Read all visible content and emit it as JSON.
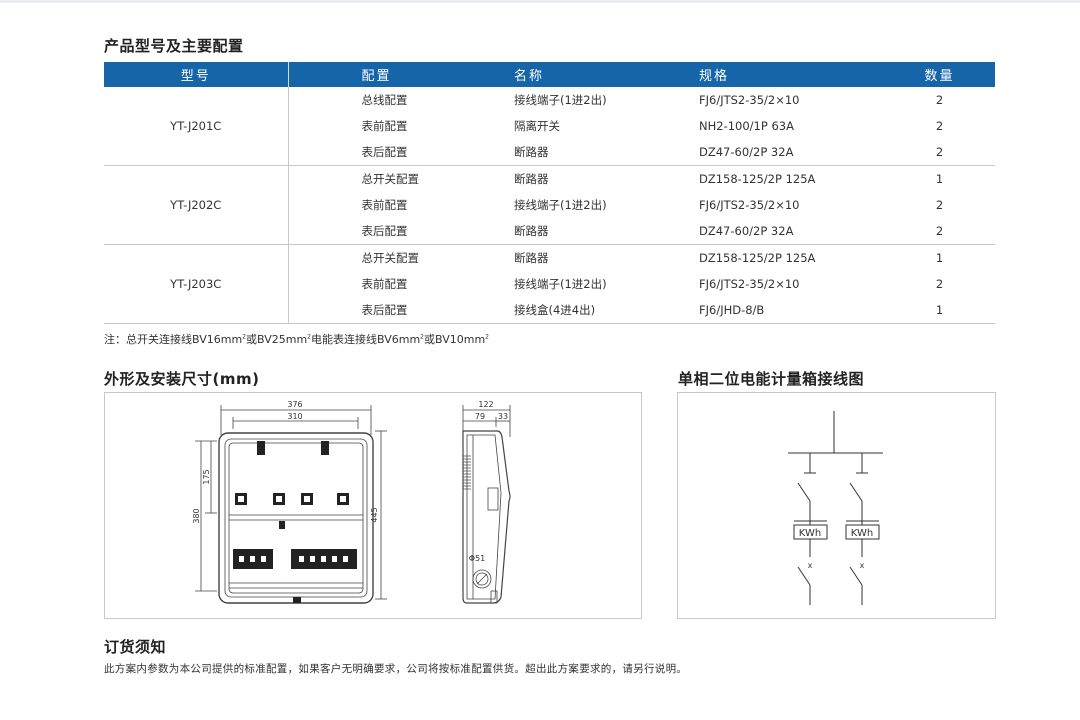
{
  "section1_title": "产品型号及主要配置",
  "table": {
    "headers": [
      "型号",
      "配置",
      "名称",
      "规格",
      "数量"
    ],
    "groups": [
      {
        "model": "YT-J201C",
        "rows": [
          [
            "总线配置",
            "接线端子(1进2出)",
            "FJ6/JTS2-35/2×10",
            "2"
          ],
          [
            "表前配置",
            "隔离开关",
            "NH2-100/1P 63A",
            "2"
          ],
          [
            "表后配置",
            "断路器",
            "DZ47-60/2P 32A",
            "2"
          ]
        ]
      },
      {
        "model": "YT-J202C",
        "rows": [
          [
            "总开关配置",
            "断路器",
            "DZ158-125/2P 125A",
            "1"
          ],
          [
            "表前配置",
            "接线端子(1进2出)",
            "FJ6/JTS2-35/2×10",
            "2"
          ],
          [
            "表后配置",
            "断路器",
            "DZ47-60/2P 32A",
            "2"
          ]
        ]
      },
      {
        "model": "YT-J203C",
        "rows": [
          [
            "总开关配置",
            "断路器",
            "DZ158-125/2P 125A",
            "1"
          ],
          [
            "表前配置",
            "接线端子(1进2出)",
            "FJ6/JTS2-35/2×10",
            "2"
          ],
          [
            "表后配置",
            "接线盒(4进4出)",
            "FJ6/JHD-8/B",
            "1"
          ]
        ]
      }
    ]
  },
  "note": {
    "p1": "注：总开关连接线BV16mm",
    "p2": "或BV25mm",
    "p3": "电能表连接线BV6mm",
    "p4": "或BV10mm",
    "sup": "2"
  },
  "section2_title": "外形及安装尺寸(mm)",
  "section3_title": "单相二位电能计量箱接线图",
  "dimensions": {
    "front_width_outer": "376",
    "front_width_inner": "310",
    "upper_height": "175",
    "inner_height": "380",
    "outer_height": "445",
    "side_depth": "122",
    "side_part1": "79",
    "side_part2": "33",
    "hole_dia": "Φ51"
  },
  "wiring": {
    "meter_label": "KWh",
    "x_mark": "x"
  },
  "section4_title": "订货须知",
  "order_text": "此方案内参数为本公司提供的标准配置，如果客户无明确要求，公司将按标准配置供货。超出此方案要求的，请另行说明。"
}
